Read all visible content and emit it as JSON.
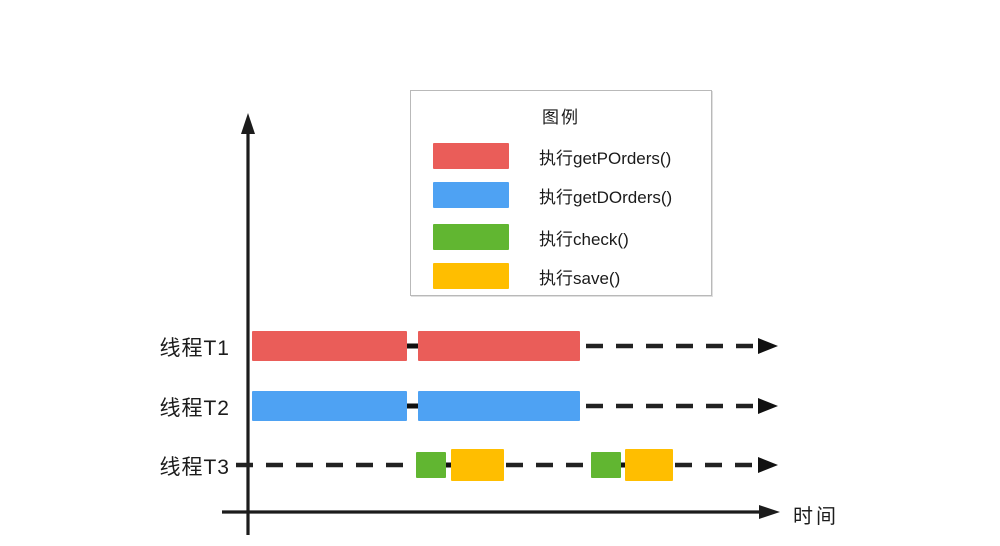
{
  "diagram": {
    "title_hidden": "",
    "axis": {
      "x_label": "时间",
      "y_axis_name": "thread-axis"
    },
    "rows": [
      {
        "label": "线程T1",
        "y": 346
      },
      {
        "label": "线程T2",
        "y": 406
      },
      {
        "label": "线程T3",
        "y": 465
      }
    ]
  },
  "legend": {
    "title": "图例",
    "items": [
      {
        "label": "执行getPOrders()",
        "color": "#EA5D59",
        "swatch_name": "legend-swatch-red"
      },
      {
        "label": "执行getDOrders()",
        "color": "#4EA2F3",
        "swatch_name": "legend-swatch-blue"
      },
      {
        "label": "执行check()",
        "color": "#61B631",
        "swatch_name": "legend-swatch-green"
      },
      {
        "label": "执行save()",
        "color": "#FFBE00",
        "swatch_name": "legend-swatch-yellow"
      }
    ]
  },
  "colors": {
    "red": "#EA5D59",
    "blue": "#4EA2F3",
    "green": "#61B631",
    "yellow": "#FFBE00",
    "axis": "#1c1c1c",
    "dash": "#222222",
    "background": "#ffffff",
    "legend_border": "#b9b9b9"
  },
  "chart_data": {
    "type": "bar",
    "title": "",
    "xlabel": "时间",
    "ylabel": "",
    "categories": [
      "线程T1",
      "线程T2",
      "线程T3"
    ],
    "series": [
      {
        "name": "执行getPOrders()",
        "color": "#EA5D59",
        "segments": [
          {
            "row": "线程T1",
            "start": 252,
            "end": 407
          },
          {
            "row": "线程T1",
            "start": 418,
            "end": 580
          }
        ]
      },
      {
        "name": "执行getDOrders()",
        "color": "#4EA2F3",
        "segments": [
          {
            "row": "线程T2",
            "start": 252,
            "end": 407
          },
          {
            "row": "线程T2",
            "start": 418,
            "end": 580
          }
        ]
      },
      {
        "name": "执行check()",
        "color": "#61B631",
        "segments": [
          {
            "row": "线程T3",
            "start": 416,
            "end": 446
          },
          {
            "row": "线程T3",
            "start": 591,
            "end": 621
          }
        ]
      },
      {
        "name": "执行save()",
        "color": "#FFBE00",
        "segments": [
          {
            "row": "线程T3",
            "start": 451,
            "end": 504
          },
          {
            "row": "线程T3",
            "start": 625,
            "end": 673
          }
        ]
      }
    ],
    "idle_dashed": [
      {
        "row": "线程T1",
        "start": 585,
        "end": 770
      },
      {
        "row": "线程T2",
        "start": 585,
        "end": 770
      },
      {
        "row": "线程T3",
        "start": 252,
        "end": 414
      },
      {
        "row": "线程T3",
        "start": 507,
        "end": 589
      },
      {
        "row": "线程T3",
        "start": 676,
        "end": 770
      }
    ],
    "grid": false,
    "legend_position": "top-center"
  }
}
